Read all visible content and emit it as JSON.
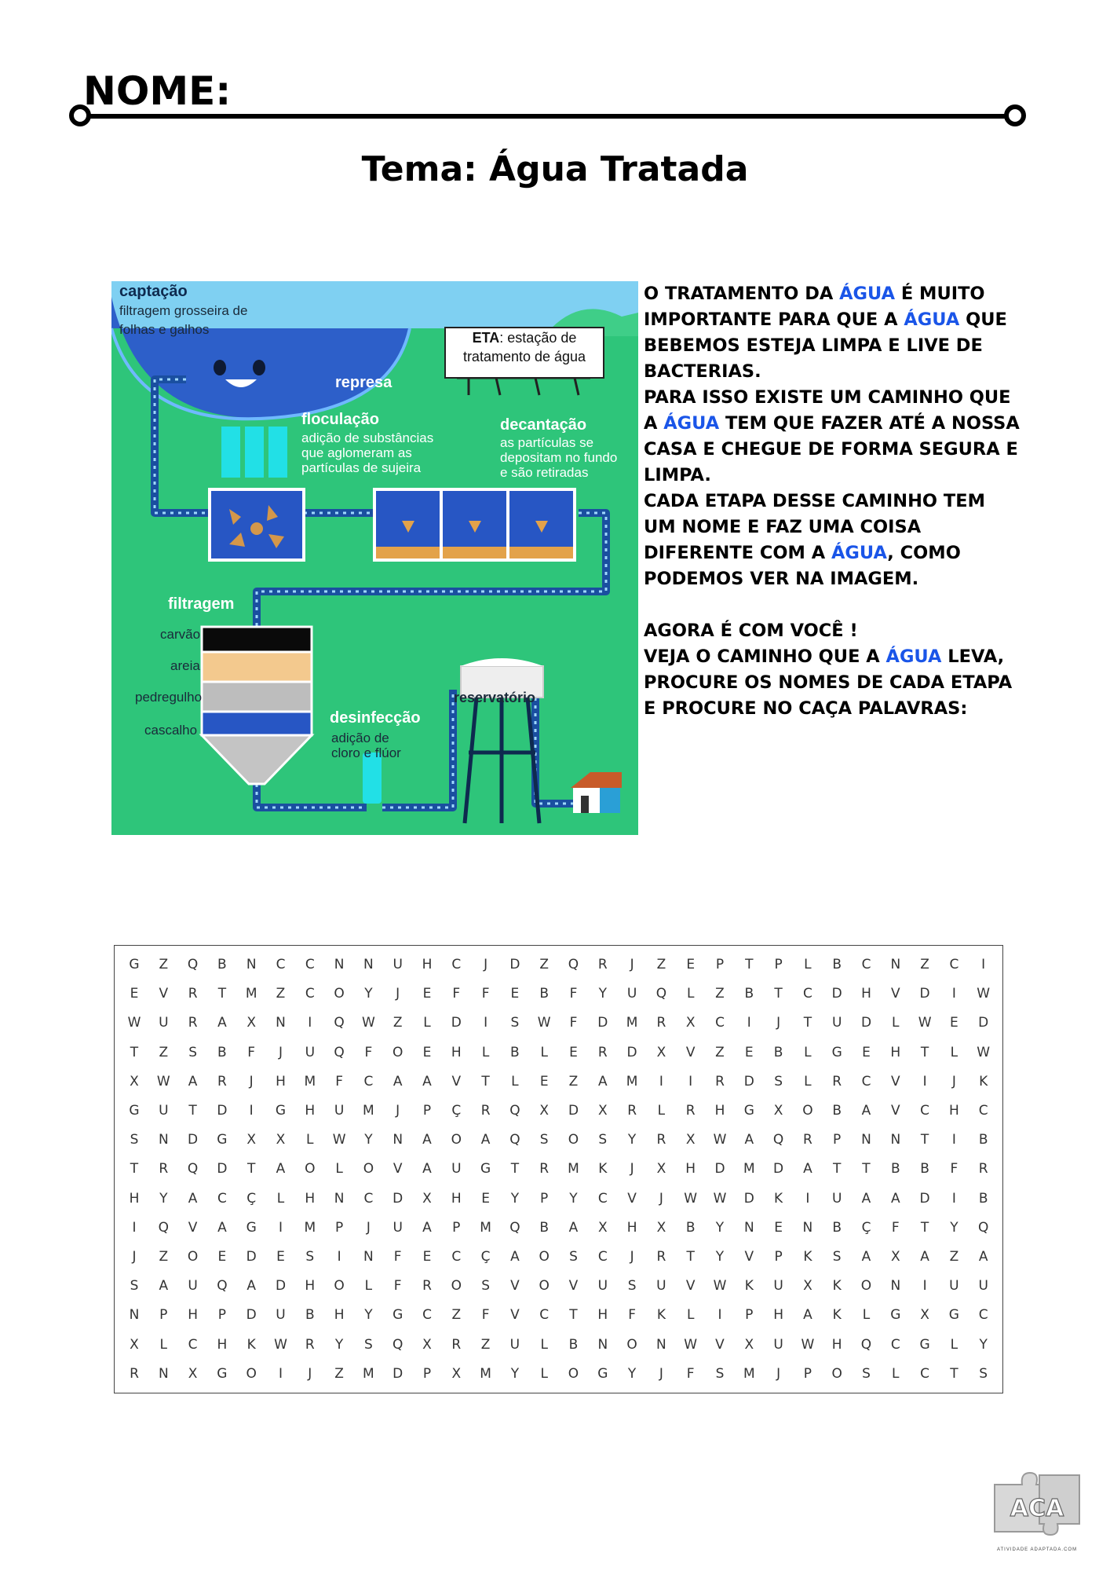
{
  "header": {
    "nome_label": "NOME:",
    "tema": "Tema: Água Tratada"
  },
  "diagram": {
    "captacao_title": "captação",
    "captacao_sub1": "filtragem grosseira de",
    "captacao_sub2": "folhas e galhos",
    "eta_bold": "ETA",
    "eta_rest": ": estação de",
    "eta_line2": "tratamento de água",
    "represa": "represa",
    "floculacao_title": "floculação",
    "floculacao_sub1": "adição de substâncias",
    "floculacao_sub2": "que aglomeram as",
    "floculacao_sub3": "partículas de sujeira",
    "decantacao_title": "decantação",
    "decantacao_sub1": "as partículas se",
    "decantacao_sub2": "depositam no fundo",
    "decantacao_sub3": "e são retiradas",
    "filtragem_title": "filtragem",
    "carvao": "carvão",
    "areia": "areia",
    "pedregulho": "pedregulho",
    "cascalho": "cascalho",
    "desinfeccao_title": "desinfecção",
    "desinfeccao_sub1": "adição de",
    "desinfeccao_sub2": "cloro e flúor",
    "reservatorio": "reservatório",
    "colors": {
      "background": "#2ec57a",
      "pipe": "#1a4fa0",
      "water": "#2d6bd6"
    }
  },
  "paragraph": {
    "p1": [
      {
        "t": "O TRATAMENTO DA "
      },
      {
        "t": "ÁGUA",
        "blue": true
      },
      {
        "t": " É MUITO IMPORTANTE PARA QUE A "
      },
      {
        "t": "ÁGUA",
        "blue": true
      },
      {
        "t": " QUE BEBEMOS ESTEJA LIMPA E LIVE DE BACTERIAS."
      }
    ],
    "p2": [
      {
        "t": "PARA ISSO EXISTE UM CAMINHO QUE A "
      },
      {
        "t": "ÁGUA",
        "blue": true
      },
      {
        "t": " TEM QUE FAZER ATÉ A NOSSA CASA E CHEGUE DE FORMA SEGURA E LIMPA."
      }
    ],
    "p3": [
      {
        "t": "CADA ETAPA DESSE CAMINHO TEM UM NOME E FAZ UMA COISA DIFERENTE COM A "
      },
      {
        "t": "ÁGUA",
        "blue": true
      },
      {
        "t": ", COMO PODEMOS VER NA IMAGEM."
      }
    ],
    "p4": [
      {
        "t": "AGORA É COM VOCÊ !"
      }
    ],
    "p5": [
      {
        "t": "VEJA O CAMINHO QUE A "
      },
      {
        "t": "ÁGUA",
        "blue": true
      },
      {
        "t": " LEVA, PROCURE OS NOMES DE CADA ETAPA E PROCURE NO CAÇA PALAVRAS:"
      }
    ],
    "highlight_color": "#1a55e8"
  },
  "wordsearch": {
    "rows": [
      "GZQBNCCNNUHCJDZQRJZEPTPLBCNZCI",
      "EVRTMZCOYJEFFEBFYUQLZBTCDHVDIW",
      "WURAXNIQWZLDISWFDMRXCIJTUDLWED",
      "TZSBFJUQFOEHLBLERDXVZEBLGEHTLW",
      "XWARJHMFCAAVTLEZAMIIRDSLRCVIJK",
      "GUTDIGHUMJPÇRQXDXRLRHGXOBAVCHC",
      "SNDGXXLWYNAOAQSOSYRXWAQRPNNTIB",
      "TRQDTAOLOVAUGTRMKJXHDMDATTBBFR",
      "HYACÇLHNCDXHEYPYCVJWWDKIUAADIB",
      "IQVAGIMPJUAPMQBAXHXBYNENBÇFTYQ",
      "JZOEDESINFECÇAOSCJRTYVPKSAXAZA",
      "SAUQADHOLFROSVOVUSUVWKUXKONIUU",
      "NPHPDUBHYGCZFVCTHFKLIPHAKLGXGC",
      "XLCHKWRYSQXRZULBNONWVXUWHQCGLY",
      "RNXGOIJZMDPXMYLOGYJFSMJPOSLCTS"
    ]
  },
  "logo": {
    "letters": "ACA",
    "caption": "ATIVIDADE ADAPTADA.COM"
  }
}
